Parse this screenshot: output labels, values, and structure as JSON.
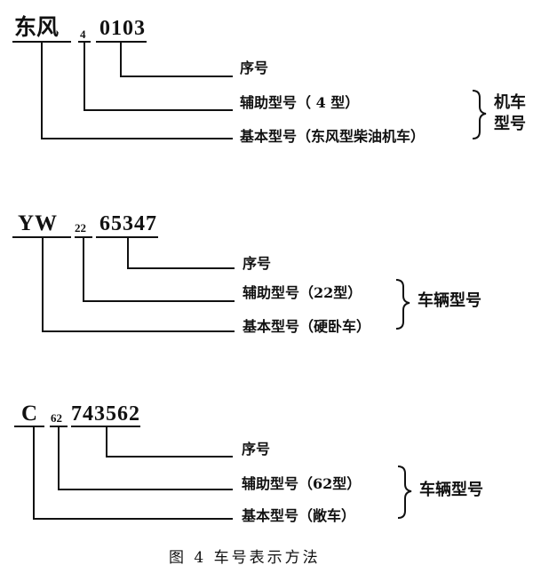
{
  "diagrams": [
    {
      "basic": "东风",
      "aux": "4",
      "serial": "0103",
      "labels": {
        "serial": "序号",
        "aux": "辅助型号（ 4 型）",
        "basic": "基本型号（东风型柴油机车）"
      },
      "group": [
        "机车",
        "型号"
      ]
    },
    {
      "basic": "YW",
      "aux": "22",
      "serial": "65347",
      "labels": {
        "serial": "序号",
        "aux": "辅助型号（22型）",
        "basic": "基本型号（硬卧车）"
      },
      "group": [
        "车辆型号"
      ]
    },
    {
      "basic": "C",
      "aux": "62",
      "serial": "743562",
      "labels": {
        "serial": "序号",
        "aux": "辅助型号（62型）",
        "basic": "基本型号（敞车）"
      },
      "group": [
        "车辆型号"
      ]
    }
  ],
  "caption": "图 4  车号表示方法"
}
